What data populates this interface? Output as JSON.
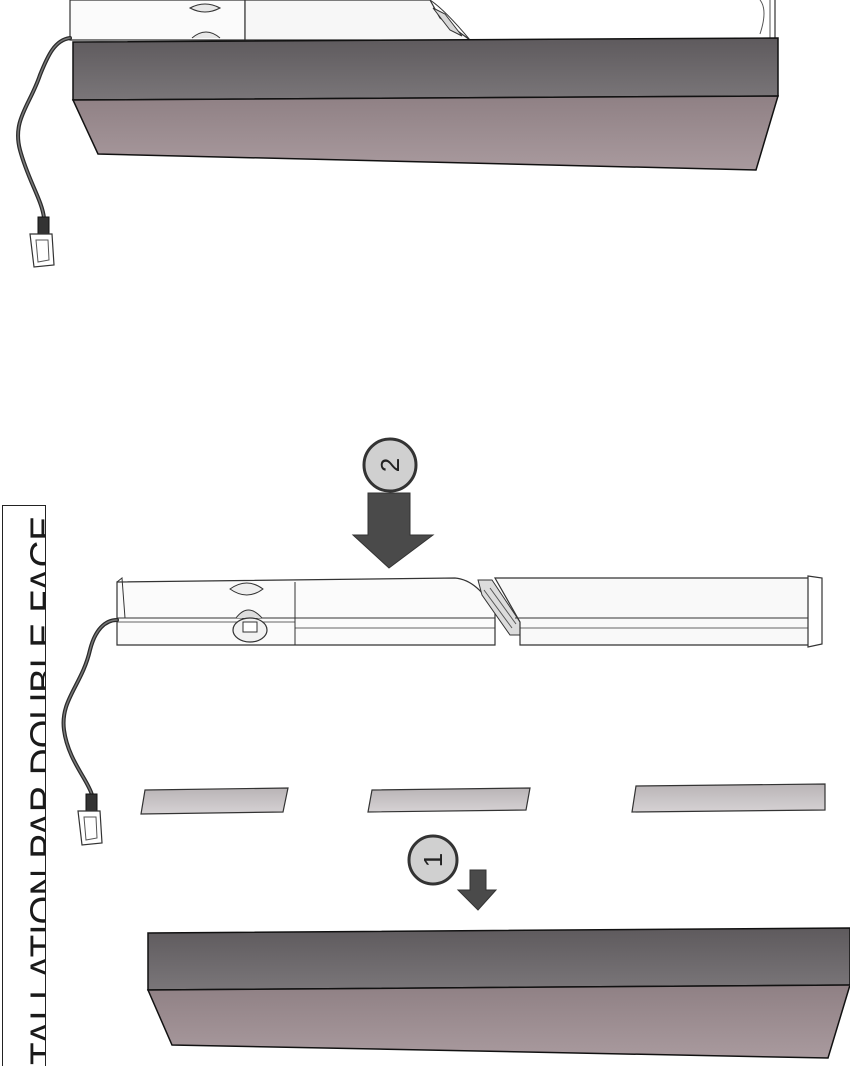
{
  "title": "TALLATION PAR DOUBLE FACE",
  "steps": [
    {
      "number": "1"
    },
    {
      "number": "2"
    }
  ],
  "colors": {
    "shelf_top": "#6b676a",
    "shelf_front": "#9e8f93",
    "tape": "#c9c4c6",
    "arrow": "#4a4a4a",
    "badge": "#d0d0d0",
    "outline": "#222222"
  }
}
